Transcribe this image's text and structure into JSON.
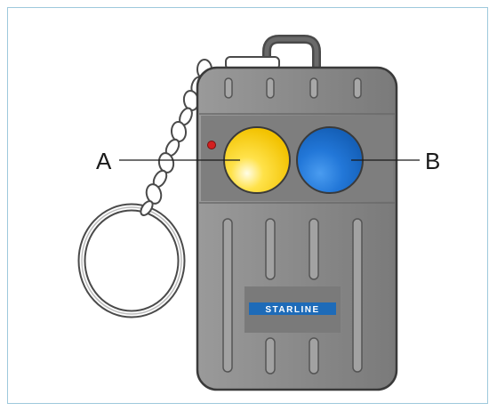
{
  "labels": {
    "button_a": "A",
    "button_b": "B"
  },
  "brand": {
    "logo_text": "STARLINE",
    "logo_color": "#1e6bb8"
  },
  "colors": {
    "frame_border": "#9ec9dc",
    "fob_body": "#8a8a8a",
    "button_a": "#f5c800",
    "button_b": "#1f6fd0",
    "indicator_led": "#d42020"
  }
}
